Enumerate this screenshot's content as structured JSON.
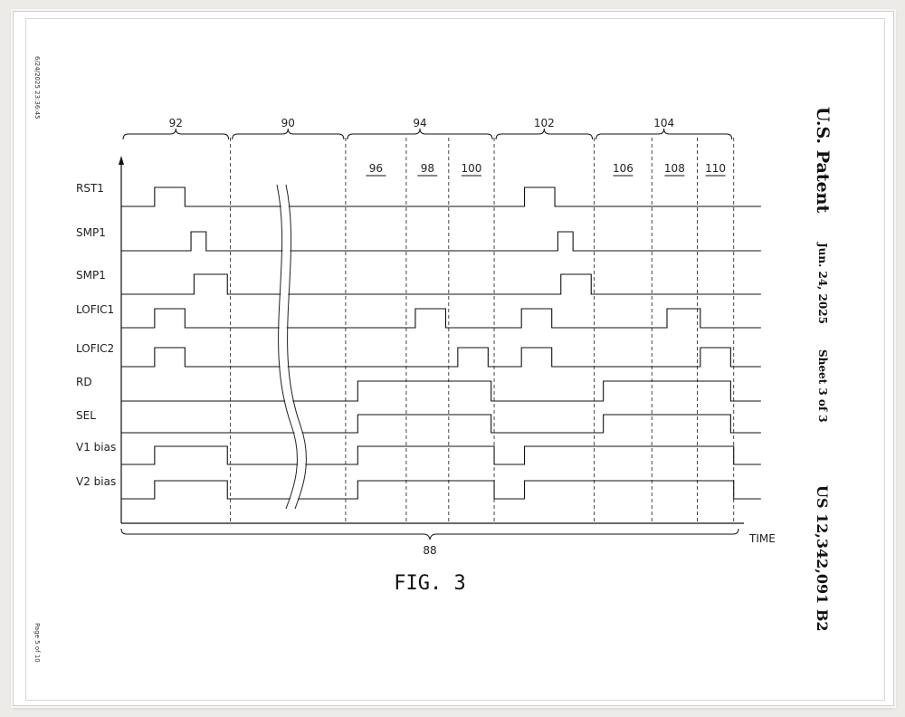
{
  "side_text": {
    "timestamp": "6/24/2025 23:36:45",
    "page": "Page 5 of 10"
  },
  "header": {
    "patent": "U.S. Patent",
    "date": "Jun. 24, 2025",
    "sheet": "Sheet 3 of 3",
    "number": "US 12,342,091 B2"
  },
  "figure": {
    "caption": "FIG. 3",
    "axis_label": "TIME",
    "span_label": "88",
    "phases": [
      {
        "label": "92",
        "start": 0,
        "end": 3.6
      },
      {
        "label": "90",
        "start": 3.6,
        "end": 7.4
      },
      {
        "label": "94",
        "start": 7.4,
        "end": 12.3
      },
      {
        "label": "102",
        "start": 12.3,
        "end": 15.6
      },
      {
        "label": "104",
        "start": 15.6,
        "end": 20.2
      }
    ],
    "subphases": [
      {
        "label": "96",
        "start": 7.4,
        "end": 9.4
      },
      {
        "label": "98",
        "start": 9.4,
        "end": 10.8
      },
      {
        "label": "100",
        "start": 10.8,
        "end": 12.3
      },
      {
        "label": "106",
        "start": 15.6,
        "end": 17.5
      },
      {
        "label": "108",
        "start": 17.5,
        "end": 19.0
      },
      {
        "label": "110",
        "start": 19.0,
        "end": 20.2
      }
    ],
    "boundaries": [
      3.6,
      7.4,
      9.4,
      10.8,
      12.3,
      15.6,
      17.5,
      19.0,
      20.2
    ],
    "signals": [
      {
        "name": "RST1",
        "pulses": [
          [
            1.1,
            2.1
          ],
          [
            13.3,
            14.3
          ]
        ]
      },
      {
        "name": "SMP1",
        "pulses": [
          [
            2.3,
            2.8
          ],
          [
            14.4,
            14.9
          ]
        ]
      },
      {
        "name": "SMP1",
        "pulses": [
          [
            2.4,
            3.5
          ],
          [
            14.5,
            15.5
          ]
        ]
      },
      {
        "name": "LOFIC1",
        "pulses": [
          [
            1.1,
            2.1
          ],
          [
            9.7,
            10.7
          ],
          [
            13.2,
            14.2
          ],
          [
            18.0,
            19.1
          ]
        ]
      },
      {
        "name": "LOFIC2",
        "pulses": [
          [
            1.1,
            2.1
          ],
          [
            11.1,
            12.1
          ],
          [
            13.2,
            14.2
          ],
          [
            19.1,
            20.1
          ]
        ]
      },
      {
        "name": "RD",
        "pulses": [
          [
            7.8,
            12.2
          ],
          [
            15.9,
            20.1
          ]
        ]
      },
      {
        "name": "SEL",
        "pulses": [
          [
            7.8,
            12.2
          ],
          [
            15.9,
            20.1
          ]
        ]
      },
      {
        "name": "V1 bias",
        "pulses": [
          [
            1.1,
            3.5
          ],
          [
            7.8,
            12.3
          ],
          [
            13.3,
            20.2
          ]
        ]
      },
      {
        "name": "V2 bias",
        "pulses": [
          [
            1.1,
            3.5
          ],
          [
            7.8,
            12.3
          ],
          [
            13.3,
            20.2
          ]
        ]
      }
    ],
    "time_end": 21.1
  }
}
